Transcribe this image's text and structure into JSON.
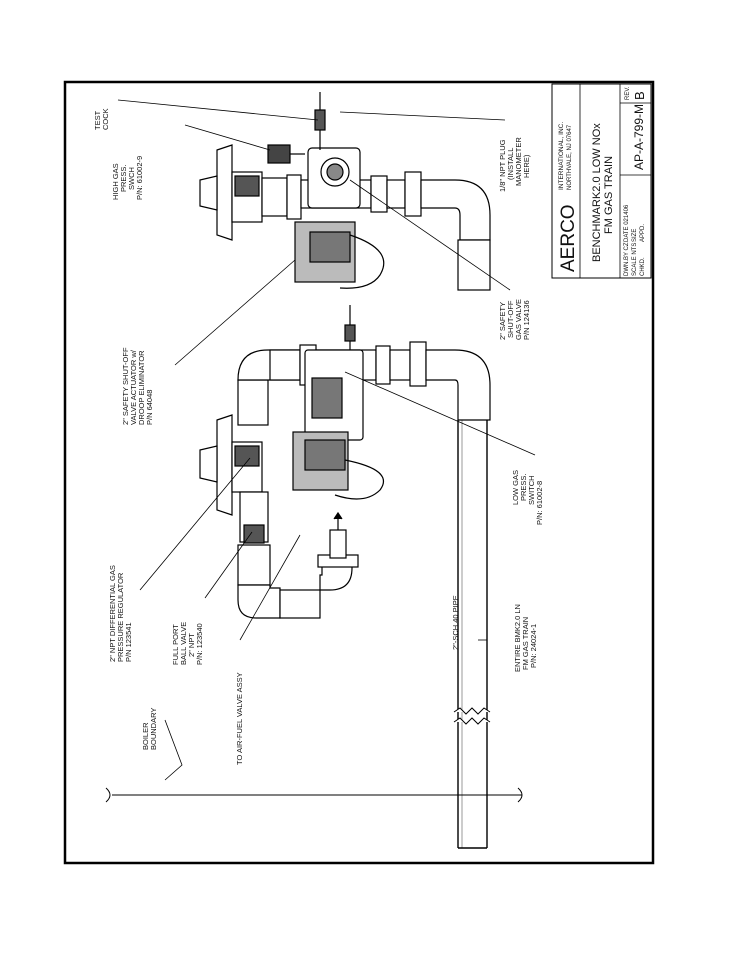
{
  "title_block": {
    "company": "AERCO",
    "company_sub_1": "INTERNATIONAL, INC.",
    "company_sub_2": "NORTHVALE, NJ 07647",
    "title_1": "BENCHMARK2.0 LOW NOx",
    "title_2": "FM GAS TRAIN",
    "drawn_by": "DWN.BY CZ",
    "date": "DATE 021406",
    "scale": "SCALE NTS",
    "size": "SIZE",
    "checked": "CHKD.",
    "approved": "APPD.",
    "drawing_number": "AP-A-799-M",
    "rev_label": "REV.",
    "rev": "B"
  },
  "labels": {
    "test_cock": [
      "TEST",
      "COCK"
    ],
    "high_gas": [
      "HIGH GAS",
      "PRESS.",
      "SWCH",
      "P/N: 61002-9"
    ],
    "npt_plug": [
      "1/8\" NPT PLUG",
      "(INSTALL",
      "MANOMETER",
      "HERE)"
    ],
    "safety_valve_1": [
      "2\" SAFETY",
      "SHUT-OFF",
      "GAS VALVE",
      "P/N 124136"
    ],
    "actuator": [
      "2\" SAFETY SHUT-OFF",
      "VALVE ACTUATOR w/",
      "DROOP ELIMINATOR",
      "P/N 64048"
    ],
    "low_gas": [
      "LOW GAS",
      "PRESS.",
      "SWITCH",
      "P/N: 61002-8"
    ],
    "regulator": [
      "2\" NPT DIFFERENTIAL GAS",
      "PRESSURE REGULATOR",
      "P/N 123541"
    ],
    "ball_valve": [
      "FULL PORT",
      "BALL VALVE",
      "2\" NPT",
      "P/N: 123540"
    ],
    "air_fuel": [
      "TO AIR-FUEL VALVE ASSY"
    ],
    "pipe": [
      "2\"-SCH.40 PIPE"
    ],
    "entire": [
      "ENTIRE BMK2.0 LN",
      "FM GAS TRAIN",
      "P/N: 24024-1"
    ],
    "boiler": [
      "BOILER",
      "BOUNDARY"
    ]
  }
}
